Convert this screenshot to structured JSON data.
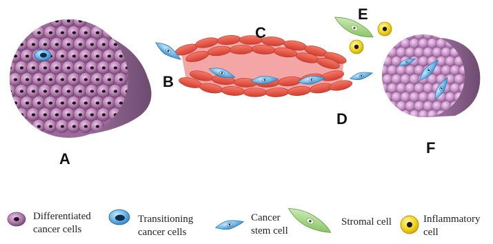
{
  "labels": {
    "a": "A",
    "b": "B",
    "c": "C",
    "d": "D",
    "e": "E",
    "f": "F"
  },
  "legend": {
    "differentiated": {
      "line1": "Differentiated",
      "line2": "cancer cells"
    },
    "transitioning": {
      "line1": "Transitioning",
      "line2": "cancer cells"
    },
    "stem": {
      "line1": "Cancer",
      "line2": "stem cell"
    },
    "stromal": {
      "line1": "Stromal cell"
    },
    "inflammatory": {
      "line1": "Inflammatory",
      "line2": "cell"
    }
  },
  "colors": {
    "differentiated_cell": "#b57cb0",
    "cell_dark": "#7a4d78",
    "nucleus": "#1a1a1a",
    "transitioning_cell": "#3f93d6",
    "stem_cell": "#8ec9ec",
    "stromal_cell": "#9ccc7a",
    "inflammatory_cell": "#f2d21a",
    "vessel_wall": "#f4a5a5",
    "vessel_cells": "#e24a3b",
    "tumor_f_cell": "#c691c7"
  },
  "icons": {
    "differentiated": "purple-cell-icon",
    "transitioning": "blue-cell-icon",
    "stem": "spindle-cell-icon",
    "stromal": "green-spindle-icon",
    "inflammatory": "yellow-round-icon"
  }
}
